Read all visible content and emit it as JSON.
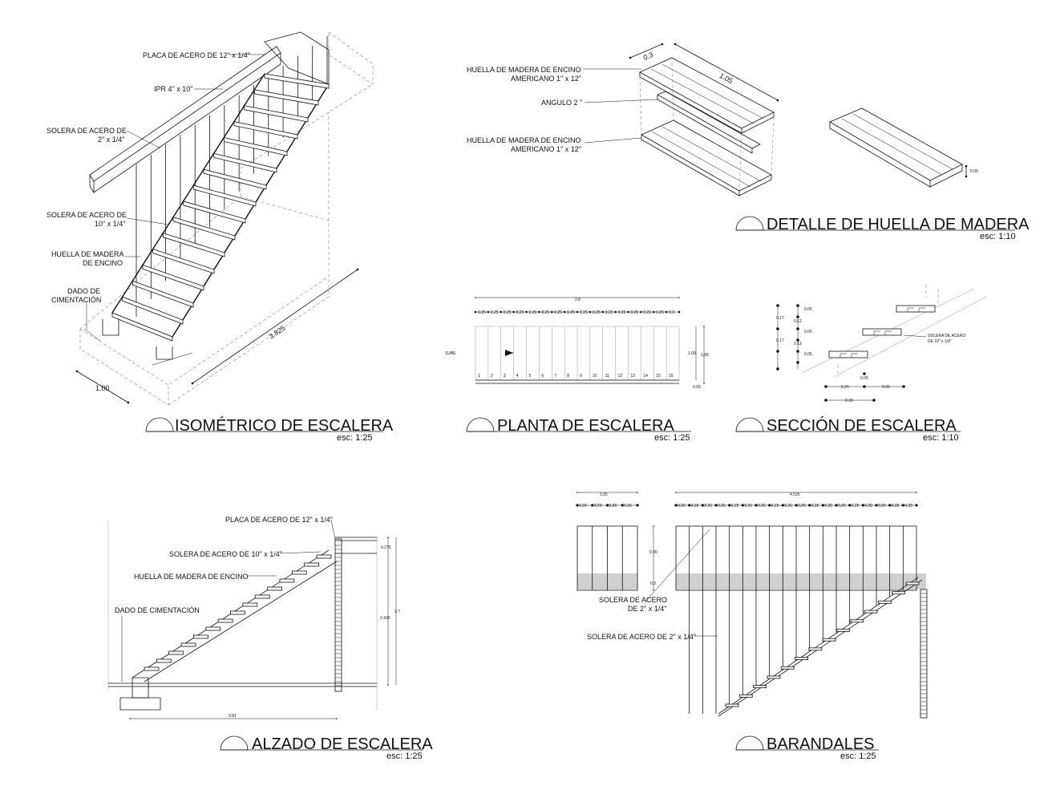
{
  "iso": {
    "labels": [
      "PLACA DE ACERO DE 12\" x 1/4\"",
      "IPR 4\" x 10\"",
      "SOLERA DE ACERO DE",
      "2\" x 1/4\"",
      "SOLERA DE ACERO DE",
      "10\" x 1/4\"",
      "HUELLA DE MADERA",
      "DE ENCINO",
      "DADO DE",
      "CIMENTACIÓN"
    ],
    "dims": [
      "3.825",
      "1.00"
    ],
    "title": "ISOMÉTRICO DE ESCALERA",
    "scale": "esc: 1:25"
  },
  "huella": {
    "labels": [
      "HUELLA DE MADERA DE ENCINO",
      "AMERICANO 1\" x 12\"",
      "ANGULO 2 \"",
      "HUELLA DE MADERA DE ENCINO",
      "AMERICANO 1\" x 12\""
    ],
    "dims": [
      "0.3",
      "1.05",
      "0.05"
    ],
    "title": "DETALLE DE HUELLA DE MADERA",
    "scale": "esc: 1:10"
  },
  "planta": {
    "total": "3.8",
    "spacing": [
      "0.25",
      "0.25",
      "0.25",
      "0.25",
      "0.25",
      "0.25",
      "0.25",
      "0.25",
      "0.25",
      "0.25",
      "0.25",
      "0.25",
      "0.25",
      "0.25",
      "0.25",
      "0.3"
    ],
    "sube": "SUBE",
    "steps": [
      "1",
      "2",
      "3",
      "4",
      "5",
      "6",
      "7",
      "8",
      "9",
      "10",
      "11",
      "12",
      "13",
      "14",
      "15",
      "16"
    ],
    "side_dims": [
      "1.00",
      "1.05",
      "0.05"
    ],
    "title": "PLANTA DE ESCALERA",
    "scale": "esc: 1:25"
  },
  "seccion": {
    "dims_left": [
      "0.17",
      "0.12",
      "0.17",
      "0.12"
    ],
    "dims_05": [
      "0.05",
      "0.05",
      "0.05"
    ],
    "label": [
      "SOLERA DE ACERO",
      "DE 10\" x 1/4\""
    ],
    "dims_bottom": [
      "0.05",
      "0.25",
      "0.25",
      "0.30"
    ],
    "title": "SECCIÓN DE ESCALERA",
    "scale": "esc: 1:10"
  },
  "alzado": {
    "labels": [
      "PLACA DE ACERO DE 12\" x 1/4\"",
      "SOLERA DE ACERO DE 10\" x 1/4\"",
      "HUELLA DE MADERA  DE ENCINO",
      "DADO DE CIMENTACIÓN"
    ],
    "dims_right": [
      "0.275",
      "2.7",
      "2.425"
    ],
    "dim_bottom": "3.81",
    "title": "ALZADO DE ESCALERA",
    "scale": "esc: 1:25"
  },
  "barandales": {
    "left_total": "1.05",
    "left_spacing": [
      "0.26",
      "0.26",
      "0.26",
      "0.26"
    ],
    "right_total": "4.525",
    "right_spacing": [
      "0.26",
      "0.26",
      "0.25",
      "0.25",
      "0.25",
      "0.25",
      "0.25",
      "0.25",
      "0.25",
      "0.25",
      "0.25",
      "0.25",
      "0.25",
      "0.25",
      "0.25",
      "0.25",
      "0.25",
      "0.25"
    ],
    "vdims": [
      "0.90",
      "0.3"
    ],
    "labels": [
      "SOLERA DE ACERO",
      "DE 2\" x 1/4\"",
      "SOLERA DE ACERO DE 2\" x 1/4\""
    ],
    "title": "BARANDALES",
    "scale": "esc: 1:25"
  }
}
